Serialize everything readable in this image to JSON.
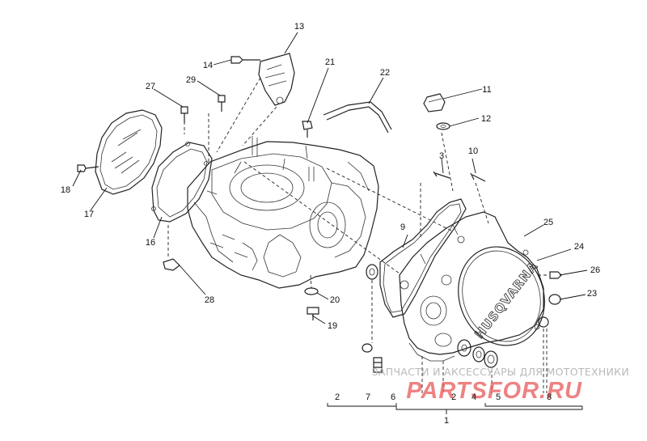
{
  "callouts": [
    "13",
    "14",
    "21",
    "22",
    "11",
    "27",
    "29",
    "12",
    "3",
    "10",
    "18",
    "17",
    "9",
    "25",
    "24",
    "16",
    "26",
    "23",
    "20",
    "28",
    "19",
    "2",
    "7",
    "6",
    "2",
    "4",
    "5",
    "8",
    "1"
  ],
  "cover_brand": "HUSQVARNA",
  "watermark": {
    "caption": "ЗАПЧАСТИ И АКСЕССУАРЫ ДЛЯ МОТОТЕХНИКИ",
    "site": "PARTSFOR.RU",
    "color": "#e85858"
  }
}
